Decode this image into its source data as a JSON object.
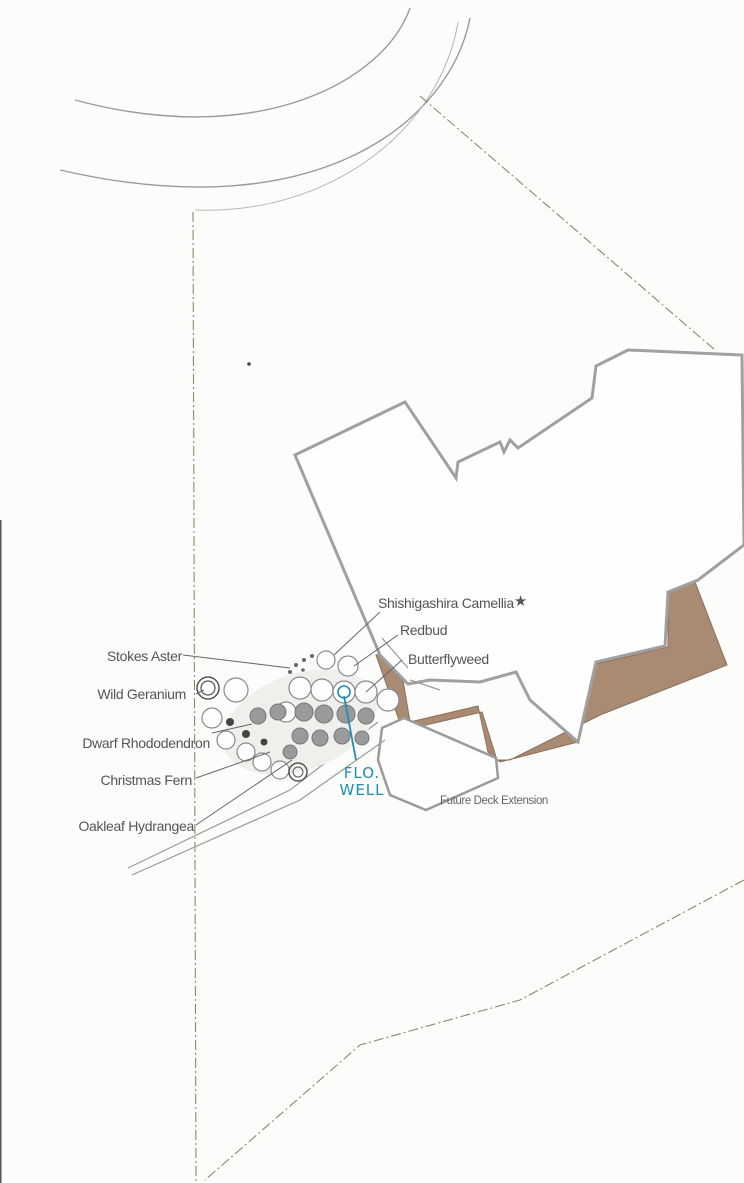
{
  "plant_labels": {
    "stokes_aster": "Stokes Aster",
    "wild_geranium": "Wild Geranium",
    "dwarf_rhododendron": "Dwarf Rhododendron",
    "christmas_fern": "Christmas Fern",
    "oakleaf_hydrangea": "Oakleaf Hydrangea",
    "shishigashira_camellia": "Shishigashira Camellia",
    "redbud": "Redbud",
    "butterflyweed": "Butterflyweed"
  },
  "structure_labels": {
    "future_deck": "Future Deck Extension"
  },
  "handwritten": {
    "line1": "FLO.",
    "line2": "WELL"
  },
  "marks": {
    "camellia_star": "★"
  },
  "colors": {
    "paper": "#fcfcfa",
    "property_line": "#8a8a6a",
    "house_outline": "#9a9a9a",
    "existing_deck_fill": "#a98a73",
    "handwriting": "#1d8fb4",
    "label_text": "#555555"
  }
}
